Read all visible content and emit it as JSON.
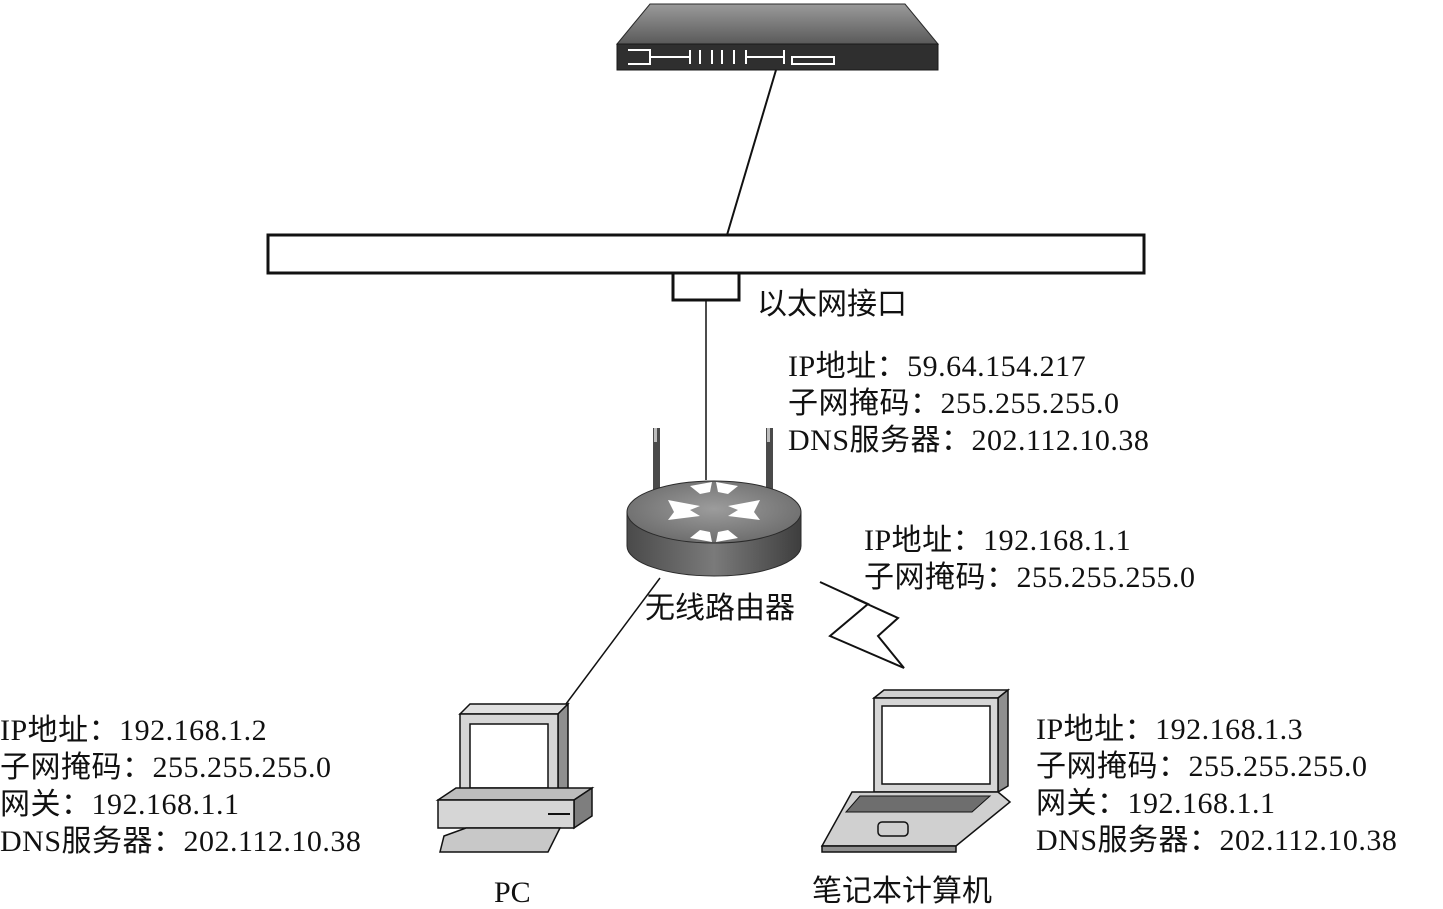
{
  "ethernet_interface_label": "以太网接口",
  "router": {
    "label": "无线路由器",
    "wan": {
      "ip": "IP地址：59.64.154.217",
      "mask": "子网掩码：255.255.255.0",
      "dns": "DNS服务器：202.112.10.38"
    },
    "lan": {
      "ip": "IP地址：192.168.1.1",
      "mask": "子网掩码：255.255.255.0"
    }
  },
  "pc": {
    "label": "PC",
    "ip": "IP地址：192.168.1.2",
    "mask": "子网掩码：255.255.255.0",
    "gateway": "网关：192.168.1.1",
    "dns": "DNS服务器：202.112.10.38"
  },
  "laptop": {
    "label": "笔记本计算机",
    "ip": "IP地址：192.168.1.3",
    "mask": "子网掩码：255.255.255.0",
    "gateway": "网关：192.168.1.1",
    "dns": "DNS服务器：202.112.10.38"
  },
  "colors": {
    "line": "#111111",
    "device_dark": "#3a3a3a",
    "device_mid": "#8a8a8a",
    "device_light": "#d4d4d4"
  }
}
